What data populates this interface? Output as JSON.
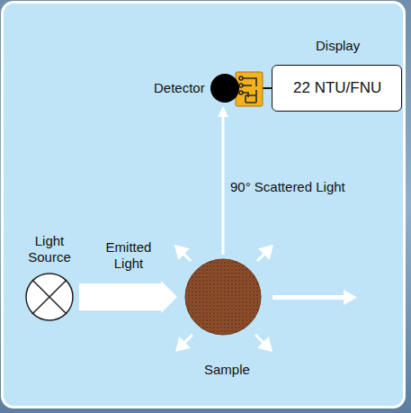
{
  "diagram": {
    "nodes": [
      {
        "text": [
          "Display",
          "22 NTU/FNU"
        ]
      },
      {
        "text": [
          "Detector"
        ]
      },
      {
        "text": [
          "Light Source"
        ]
      },
      {
        "text": [
          "Sample"
        ]
      }
    ],
    "edges": [
      {
        "from": 2,
        "to": 3,
        "label": "Emitted Light",
        "arrow": "to"
      },
      {
        "from": 3,
        "to": 1,
        "label": "90° Scattered Light",
        "arrow": "to"
      },
      {
        "from": 1,
        "to": 0,
        "arrow": "none"
      }
    ]
  }
}
